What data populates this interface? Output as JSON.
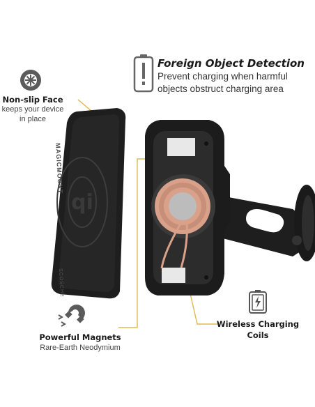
{
  "foreign_object": {
    "title": "Foreign Object Detection",
    "line1": "Prevent charging when harmful",
    "line2": "objects obstruct charging area"
  },
  "non_slip": {
    "title": "Non-slip Face",
    "line1": "keeps your device",
    "line2": "in place"
  },
  "magnets": {
    "title": "Powerful Magnets",
    "sub": "Rare-Earth Neodymium"
  },
  "coils": {
    "title": "Wireless Charging",
    "line2": "Coils"
  },
  "device": {
    "brand_top": "MAGICMOUNT",
    "brand_bottom": "SCOSCHE"
  },
  "colors": {
    "accent_line": "#e0b850",
    "device_dark": "#1e1e1e",
    "coil": "#d9a08a"
  },
  "icons": [
    "gear-tread-icon",
    "battery-warning-icon",
    "magnet-icon",
    "charging-battery-icon"
  ]
}
